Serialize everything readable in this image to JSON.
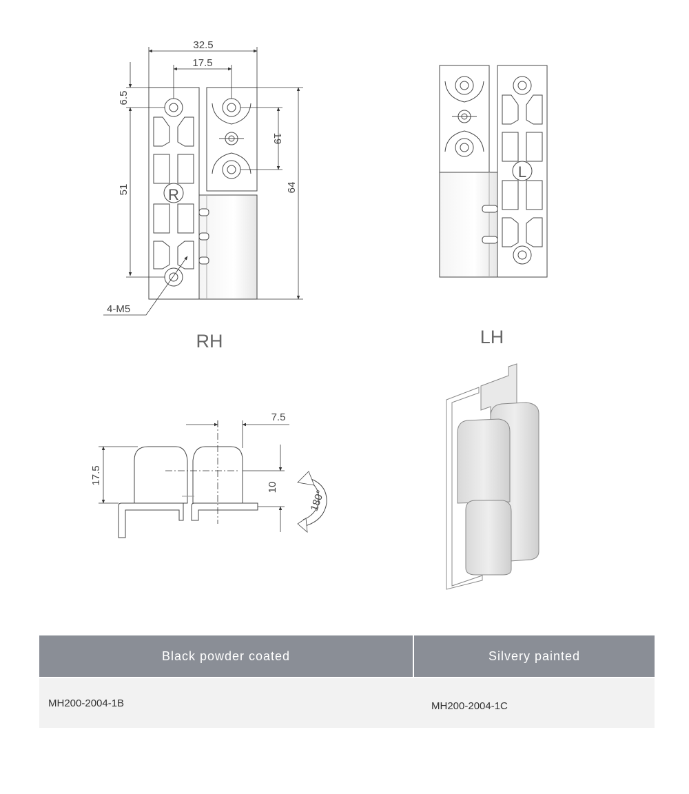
{
  "drawings": {
    "rh": {
      "label": "RH",
      "dims": {
        "overall_width": "32.5",
        "hole_spacing": "17.5",
        "top_offset": "6.5",
        "hole_pitch_vertical": "51",
        "leaf_hole_pitch": "19",
        "overall_height": "64",
        "holes": "4-M5",
        "letter": "R"
      }
    },
    "lh": {
      "label": "LH",
      "letter": "L"
    },
    "side": {
      "height": "17.5",
      "offset": "7.5",
      "inner_height": "10",
      "rotation": "180°"
    }
  },
  "table": {
    "headers": [
      "Black powder coated",
      "Silvery painted"
    ],
    "rows": [
      [
        "MH200-2004-1B",
        "MH200-2004-1C"
      ]
    ]
  }
}
